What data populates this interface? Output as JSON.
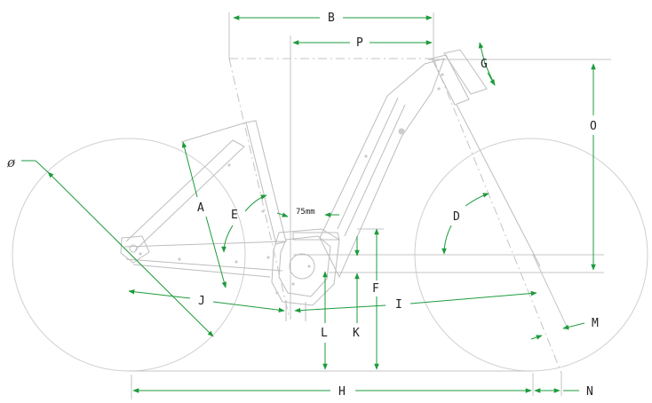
{
  "dimension_labels": {
    "A": "A",
    "B": "B",
    "D": "D",
    "E": "E",
    "F": "F",
    "G": "G",
    "H": "H",
    "I": "I",
    "J": "J",
    "K": "K",
    "L": "L",
    "M": "M",
    "N": "N",
    "O": "O",
    "P": "P"
  },
  "annotations": {
    "wheel_diameter": "ø",
    "head_offset": "75mm"
  },
  "colors": {
    "dimension_line": "#1e9b3c",
    "frame_line": "#bdbdbd",
    "text": "#222222"
  }
}
